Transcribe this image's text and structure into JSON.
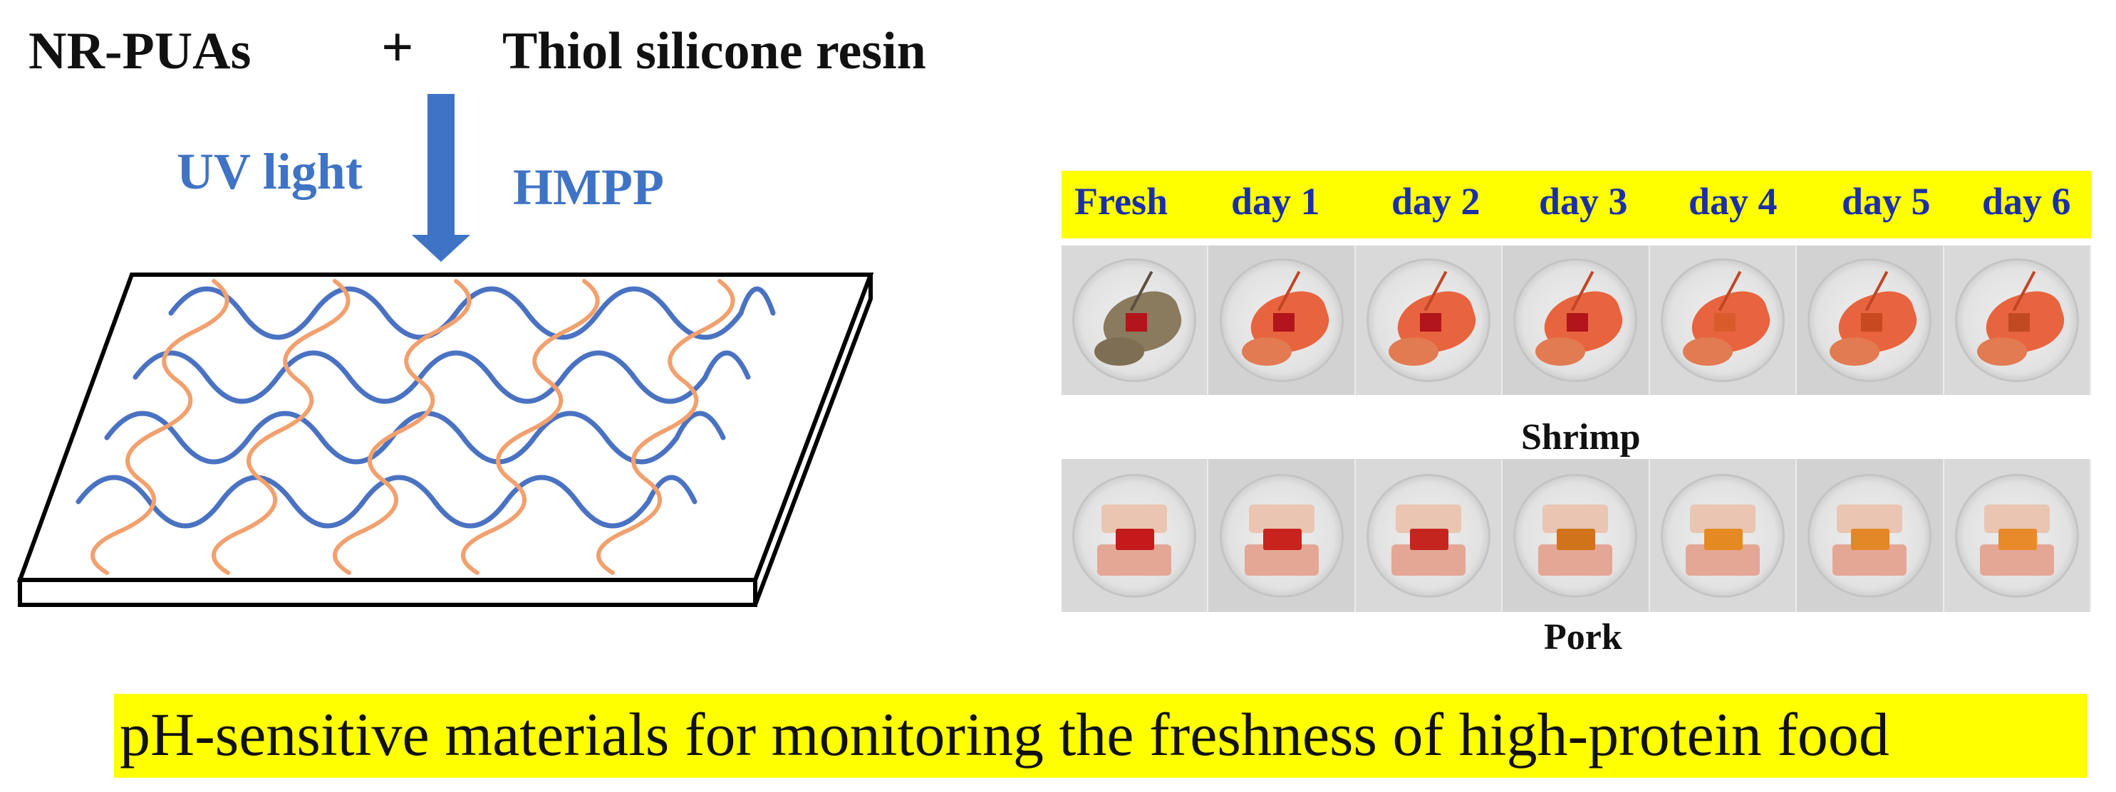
{
  "reaction": {
    "reactant_a": "NR-PUAs",
    "plus": "+",
    "reactant_b": "Thiol silicone resin",
    "condition_light": "UV light",
    "condition_initiator": "HMPP"
  },
  "colors": {
    "chain_blue": "#4a72c2",
    "chain_orange": "#f2a06e",
    "arrow_blue": "#3f73c5",
    "label_blue": "#3f73c5",
    "day_label_blue": "#1b2fa8",
    "highlight_yellow": "#ffff00"
  },
  "photo_panel": {
    "columns": [
      "Fresh",
      "day 1",
      "day 2",
      "day 3",
      "day 4",
      "day 5",
      "day 6"
    ],
    "shrimp_label": "Shrimp",
    "pork_label": "Pork",
    "pork_patch_colors": [
      "#c41a1c",
      "#c9231e",
      "#c4261f",
      "#d0731a",
      "#e58a22",
      "#e48726",
      "#e98a2a"
    ]
  },
  "banner": {
    "text": "pH-sensitive materials for monitoring the freshness of high-protein food"
  }
}
